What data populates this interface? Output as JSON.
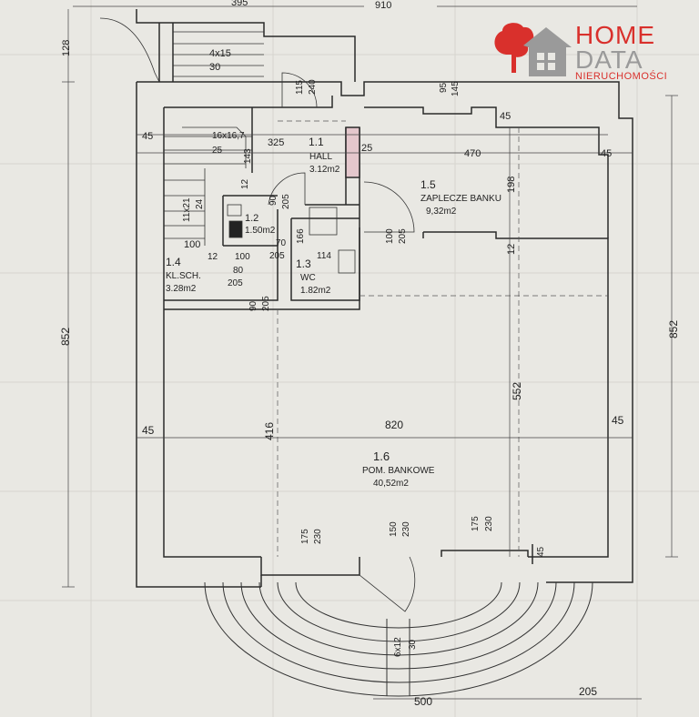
{
  "logo": {
    "word1": "HOME",
    "word2": "DATA",
    "sub": "NIERUCHOMOŚCI",
    "color": "#d9302c"
  },
  "top_dims": {
    "d395": "395",
    "d910": "910"
  },
  "side_dims": {
    "d128": "128",
    "left852": "852",
    "right852": "852",
    "d205": "205",
    "d500": "500"
  },
  "rooms": {
    "hall": {
      "num": "1.1",
      "name": "HALL",
      "area": "3.12m2"
    },
    "r12": {
      "num": "1.2",
      "area": "1.50m2"
    },
    "wc": {
      "num": "1.3",
      "name": "WC",
      "area": "1.82m2"
    },
    "klsch": {
      "num": "1.4",
      "name": "KL.SCH.",
      "area": "3.28m2"
    },
    "zaplecze": {
      "num": "1.5",
      "name": "ZAPLECZE BANKU",
      "area": "9,32m2"
    },
    "pom": {
      "num": "1.6",
      "name": "POM. BANKOWE",
      "area": "40,52m2"
    }
  },
  "stairs": {
    "top_a": "4x15",
    "top_b": "30",
    "mid_a": "16x16,7",
    "mid_b": "25",
    "side_a": "11x21",
    "side_b": "24",
    "front_a": "6x12",
    "front_b": "30"
  },
  "dims": {
    "d45a": "45",
    "d325": "325",
    "d143": "143",
    "d12a": "12",
    "d25": "25",
    "d470": "470",
    "d45b": "45",
    "d45c": "45",
    "d198": "198",
    "d12b": "12",
    "d95": "95",
    "d145": "145",
    "d115": "115",
    "d240": "240",
    "d90": "90",
    "d205a": "205",
    "d70": "70",
    "d166": "166",
    "d114": "114",
    "d205b": "205",
    "d100a": "100",
    "d205c": "205",
    "d100b": "100",
    "d12c": "12",
    "d100c": "100",
    "d80": "80",
    "d205d": "205",
    "d90b": "90",
    "d205e": "205",
    "d45d": "45",
    "d820": "820",
    "d45e": "45",
    "d416": "416",
    "d552": "552",
    "d175a": "175",
    "d230a": "230",
    "d150": "150",
    "d230b": "230",
    "d175b": "175",
    "d230c": "230",
    "d45f": "45"
  }
}
